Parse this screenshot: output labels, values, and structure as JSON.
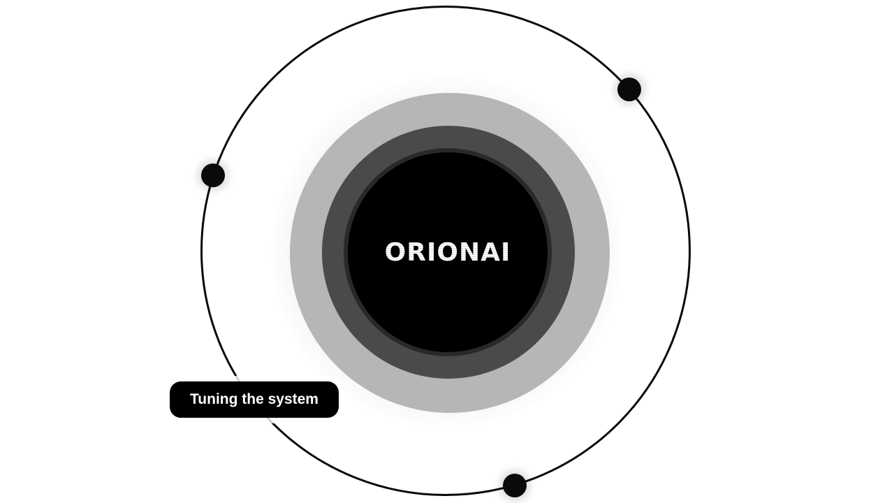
{
  "logo": {
    "text": "ORIONAI"
  },
  "status": {
    "label": "Tuning the system"
  },
  "colors": {
    "background": "#ffffff",
    "ring": "#0a0a0a",
    "disc_outer": "#b6b6b6",
    "disc_middle": "#4a4a4a",
    "disc_inner": "#000000",
    "text": "#ffffff"
  },
  "orbit_nodes": [
    "node-top-right",
    "node-left",
    "node-bottom"
  ]
}
